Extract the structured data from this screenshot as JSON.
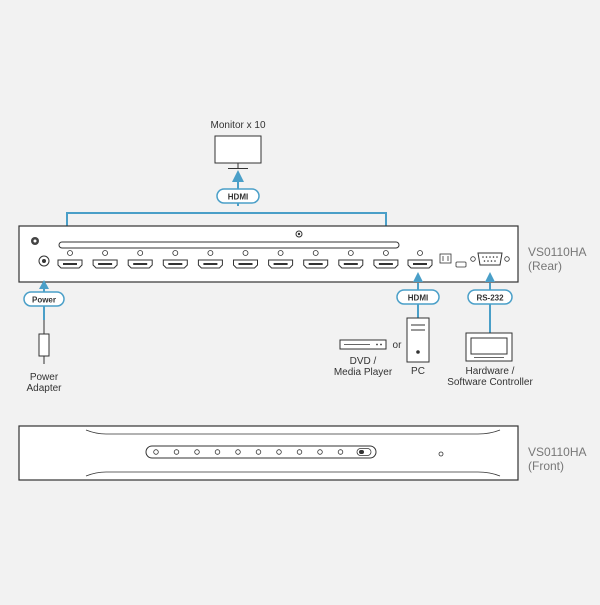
{
  "colors": {
    "background": "#f2f2f2",
    "accent": "#4a9fc8",
    "line": "#333333",
    "pill_fill": "#ffffff",
    "text": "#333333",
    "model_text": "#777777"
  },
  "icons": {
    "monitor": "monitor-icon",
    "adapter": "power-adapter-icon",
    "dvd": "dvd-player-icon",
    "pc": "pc-tower-icon",
    "controller": "controller-screen-icon"
  },
  "monitor": {
    "label": "Monitor x 10"
  },
  "labels": {
    "hdmi_out": "HDMI",
    "hdmi_in": "HDMI",
    "power": "Power",
    "rs232": "RS-232",
    "or": "or"
  },
  "devices": {
    "power_adapter": {
      "line1": "Power",
      "line2": "Adapter"
    },
    "dvd": {
      "line1": "DVD /",
      "line2": "Media Player"
    },
    "pc": {
      "line1": "PC"
    },
    "controller": {
      "line1": "Hardware /",
      "line2": "Software Controller"
    }
  },
  "rear": {
    "model": "VS0110HA",
    "view": "(Rear)"
  },
  "front": {
    "model": "VS0110HA",
    "view": "(Front)"
  }
}
